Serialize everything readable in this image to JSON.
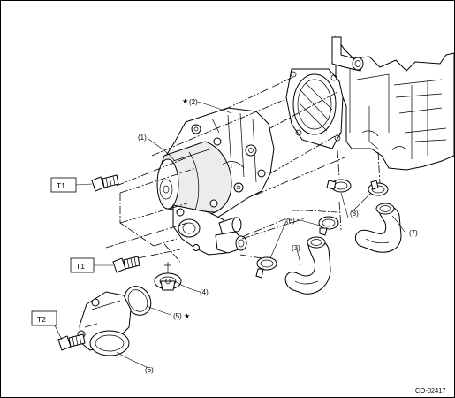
{
  "figure_code": "CO-02417",
  "labels": {
    "p1": "(1)",
    "p2": "(2)",
    "p3": "(3)",
    "p4": "(4)",
    "p5": "(5)",
    "p6": "(6)",
    "p7": "(7)",
    "p8a": "(8)",
    "p8b": "(8)"
  },
  "torque_tags": {
    "t1_upper": "T1",
    "t1_lower": "T1",
    "t2": "T2"
  },
  "replace_mark": "★"
}
